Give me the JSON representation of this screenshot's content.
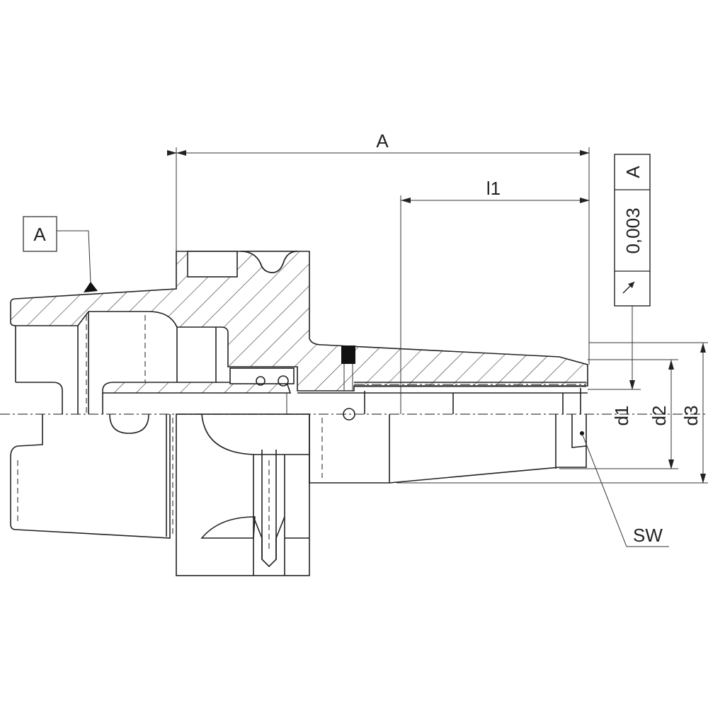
{
  "drawing": {
    "dimension_A": "A",
    "dimension_l1": "l1",
    "datum_label": "A",
    "tolerance_frame": {
      "symbol": "circular-runout",
      "value": "0,003",
      "datum": "A"
    },
    "dimension_d1": "d1",
    "dimension_d2": "d2",
    "dimension_d3": "d3",
    "callout_sw": "SW"
  }
}
